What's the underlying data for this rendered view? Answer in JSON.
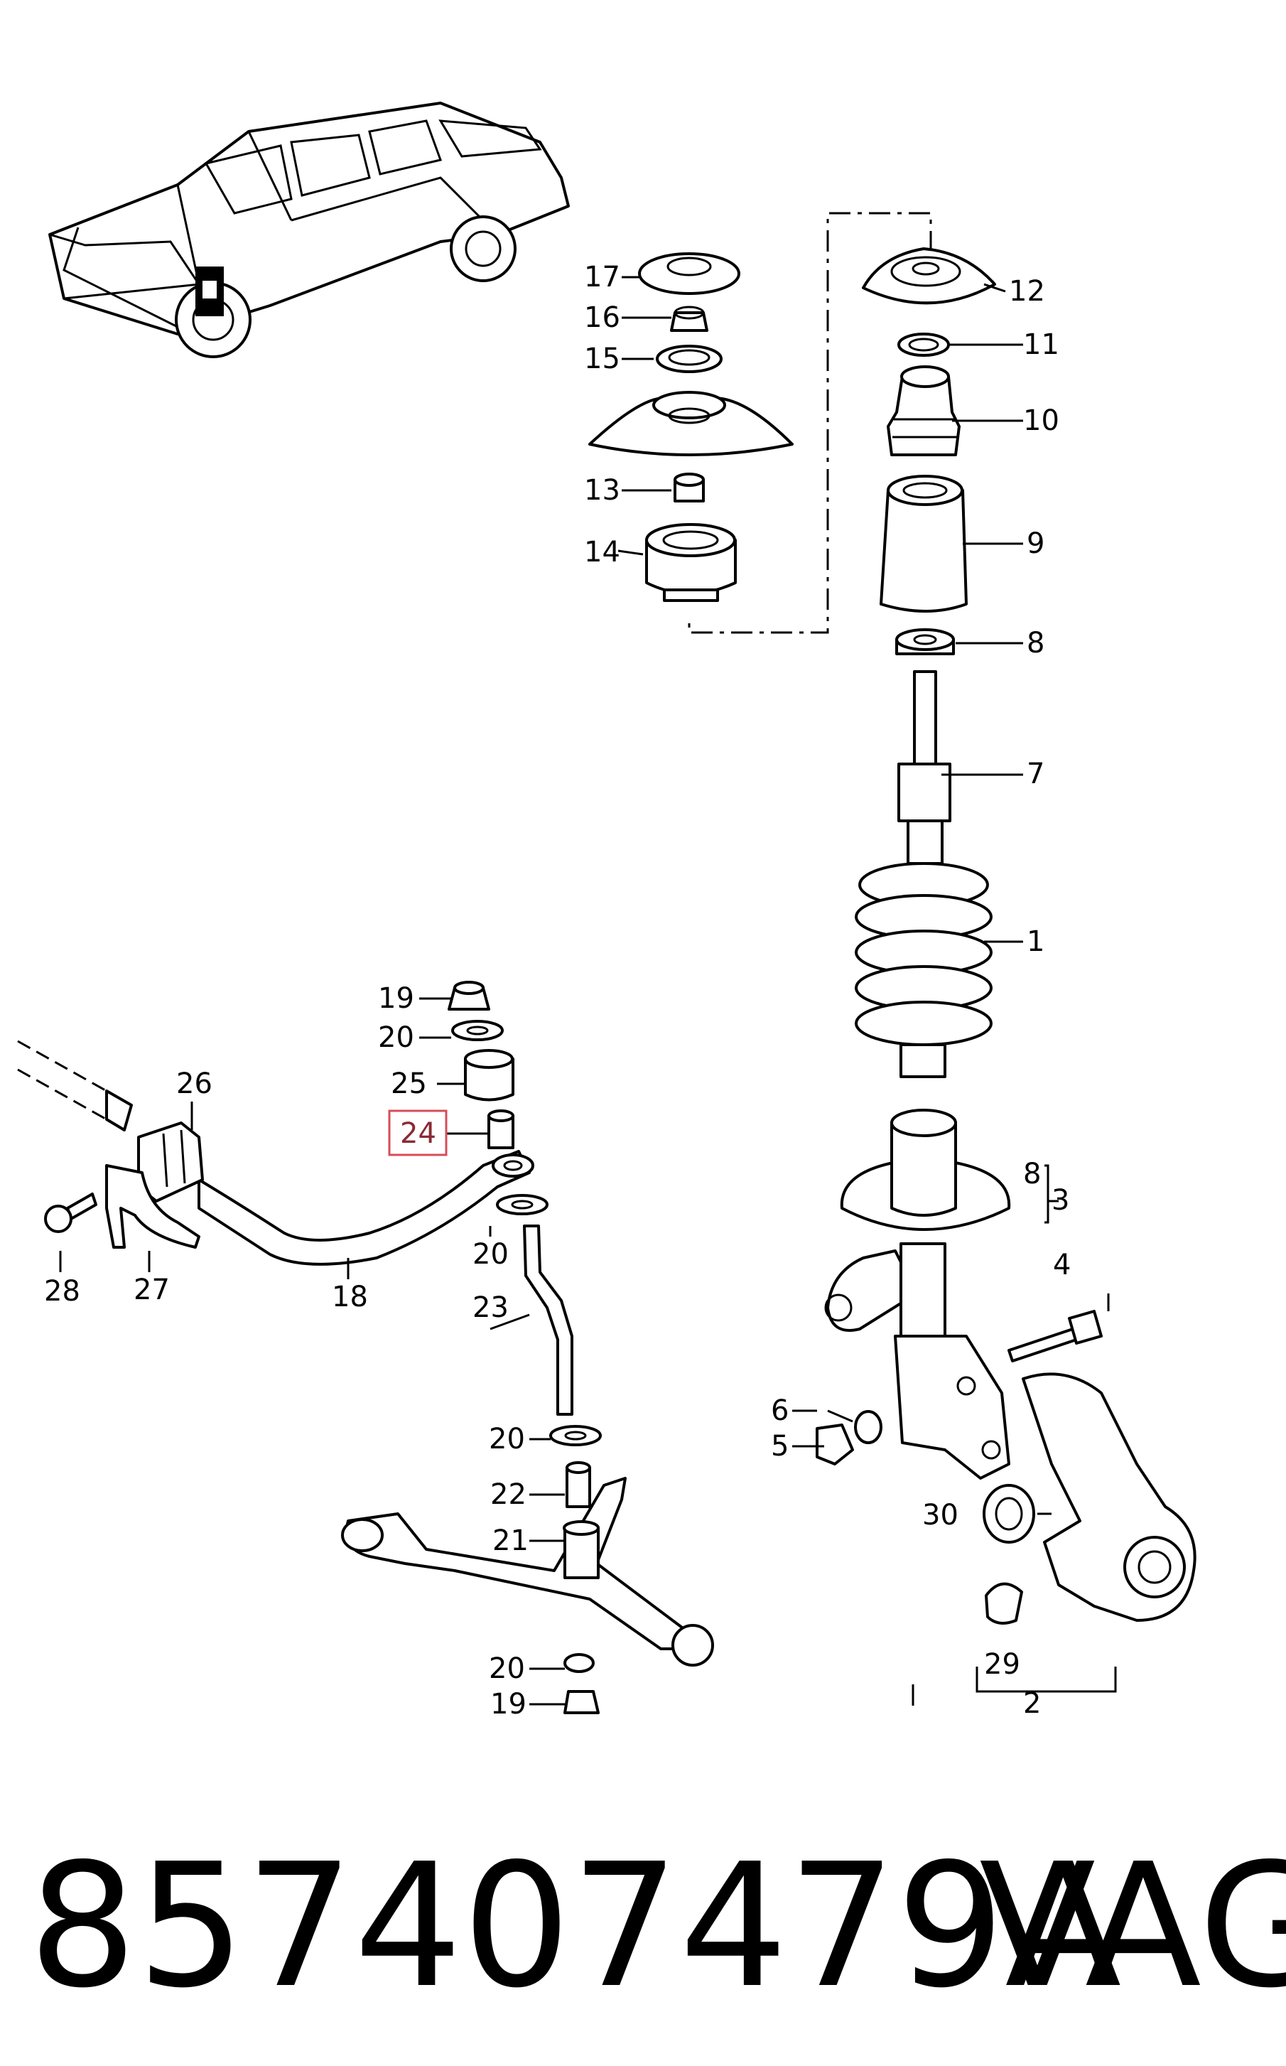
{
  "labels": {
    "l1": "1",
    "l2": "2",
    "l3": "3",
    "l4": "4",
    "l5": "5",
    "l6": "6",
    "l7": "7",
    "l8a": "8",
    "l8b": "8",
    "l9": "9",
    "l10": "10",
    "l11": "11",
    "l12": "12",
    "l13": "13",
    "l14": "14",
    "l15": "15",
    "l16": "16",
    "l17": "17",
    "l18": "18",
    "l19a": "19",
    "l19b": "19",
    "l20a": "20",
    "l20b": "20",
    "l20c": "20",
    "l20d": "20",
    "l21": "21",
    "l22": "22",
    "l23": "23",
    "l24": "24",
    "l25": "25",
    "l26": "26",
    "l27": "27",
    "l28": "28",
    "l29": "29",
    "l30": "30"
  },
  "highlighted_label": "24",
  "footer": {
    "part_number": "857407479A",
    "brand": "VAG"
  },
  "colors": {
    "highlight_border": "#d94c57",
    "highlight_text": "#8a2a33",
    "line": "#000000"
  }
}
